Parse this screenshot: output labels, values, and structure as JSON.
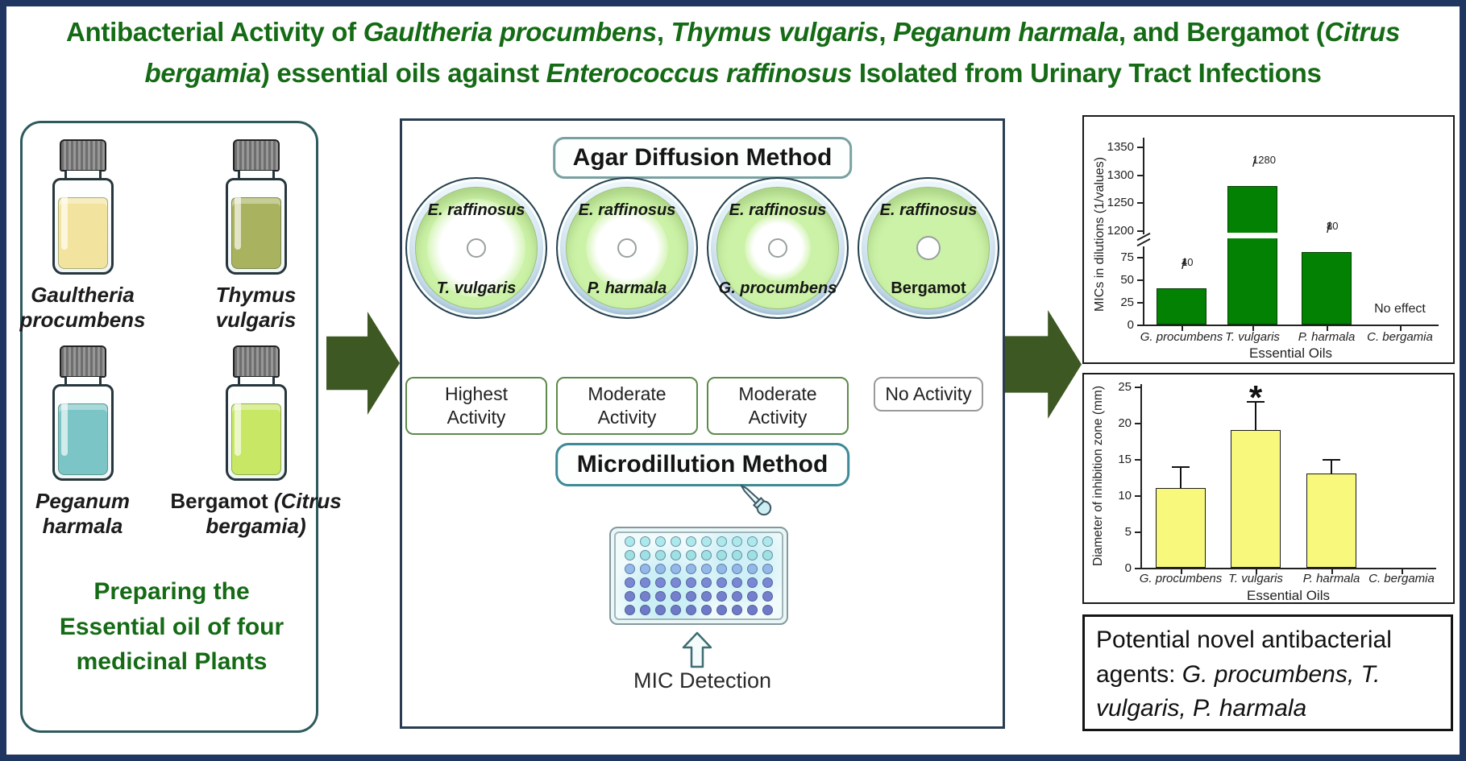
{
  "colors": {
    "title_green": "#156b15",
    "caption_green": "#156b15",
    "arrow_olive": "#3d5822",
    "outer_border_navy": "#1f3660",
    "left_panel_border_teal": "#2e5a5e",
    "bar_green": "#028102",
    "bar_yellow": "#f8f87c",
    "agar_green": "#cbf2a6"
  },
  "title": {
    "segments": [
      {
        "text": "Antibacterial Activity of ",
        "italic": false
      },
      {
        "text": "Gaultheria procumbens",
        "italic": true
      },
      {
        "text": ", ",
        "italic": false
      },
      {
        "text": "Thymus vulgaris",
        "italic": true
      },
      {
        "text": ", ",
        "italic": false
      },
      {
        "text": "Peganum harmala",
        "italic": true
      },
      {
        "text": ", and Bergamot (",
        "italic": false
      },
      {
        "text": "Citrus bergamia",
        "italic": true
      },
      {
        "text": ") essential oils against ",
        "italic": false
      },
      {
        "text": "Enterococcus raffinosus",
        "italic": true
      },
      {
        "text": " Isolated from Urinary Tract Infections",
        "italic": false
      }
    ]
  },
  "left_panel": {
    "vials": [
      {
        "label_segments": [
          {
            "text": "Gaultheria procumbens",
            "italic": true
          }
        ],
        "liquid_color": "#f2e49e"
      },
      {
        "label_segments": [
          {
            "text": "Thymus vulgaris",
            "italic": true
          }
        ],
        "liquid_color": "#a9b25e"
      },
      {
        "label_segments": [
          {
            "text": "Peganum harmala",
            "italic": true
          }
        ],
        "liquid_color": "#7cc5c7"
      },
      {
        "label_segments": [
          {
            "text": "Bergamot ",
            "italic": false
          },
          {
            "text": "(Citrus bergamia)",
            "italic": true
          }
        ],
        "liquid_color": "#c8e765"
      }
    ],
    "caption": "Preparing the Essential oil of four medicinal Plants"
  },
  "middle_panel": {
    "agar_header": "Agar Diffusion Method",
    "dishes": [
      {
        "organism": "E. raffinosus",
        "oil": "T. vulgaris"
      },
      {
        "organism": "E. raffinosus",
        "oil": "P. harmala"
      },
      {
        "organism": "E. raffinosus",
        "oil": "G. procumbens"
      },
      {
        "organism": "E. raffinosus",
        "oil": "Bergamot"
      }
    ],
    "activity_labels": [
      {
        "text": "Highest Activity",
        "tone": "green"
      },
      {
        "text": "Moderate Activity",
        "tone": "green"
      },
      {
        "text": "Moderate Activity",
        "tone": "green"
      },
      {
        "text": "No Activity",
        "tone": "gray"
      }
    ],
    "micro_header": "Microdillution Method",
    "mic_caption": "MIC Detection",
    "microplate": {
      "rows": 6,
      "cols": 10,
      "row_colors": [
        "#ade9ea",
        "#9fe0e2",
        "#93b9e8",
        "#7a87d4",
        "#7480cd",
        "#6e7ac7"
      ]
    }
  },
  "chart_data": [
    {
      "type": "bar",
      "categories": [
        "G. procumbens",
        "T. vulgaris",
        "P. harmala",
        "C. bergamia"
      ],
      "values": [
        40,
        1280,
        80,
        0
      ],
      "bar_labels": [
        {
          "num": "1",
          "den": "40"
        },
        {
          "num": "1",
          "den": "1280"
        },
        {
          "num": "1",
          "den": "80"
        },
        null
      ],
      "fraction_slash": "/",
      "annotations": [
        "",
        "",
        "",
        "No effect"
      ],
      "xlabel": "Essential Oils",
      "ylabel": "MICs in dilutions (1/values)",
      "yticks_lower": [
        0,
        25,
        50,
        75
      ],
      "yticks_upper": [
        1200,
        1250,
        1300,
        1350
      ],
      "axis_break": true,
      "ylim": [
        [
          0,
          100
        ],
        [
          1200,
          1350
        ]
      ],
      "bar_color": "#028102"
    },
    {
      "type": "bar",
      "categories": [
        "G. procumbens",
        "T. vulgaris",
        "P. harmala",
        "C. bergamia"
      ],
      "values": [
        11,
        19,
        13,
        0
      ],
      "errors": [
        3,
        4,
        2,
        0
      ],
      "annotations": [
        "",
        "*",
        "",
        ""
      ],
      "xlabel": "Essential Oils",
      "ylabel": "Diameter of inhibition zone (mm)",
      "yticks": [
        0,
        5,
        10,
        15,
        20,
        25
      ],
      "ylim": [
        0,
        25
      ],
      "bar_color": "#f8f87c"
    }
  ],
  "conclusion": {
    "segments": [
      {
        "text": "Potential novel antibacterial agents: ",
        "italic": false
      },
      {
        "text": "G. procumbens, T. vulgaris, P. harmala",
        "italic": true
      }
    ]
  }
}
